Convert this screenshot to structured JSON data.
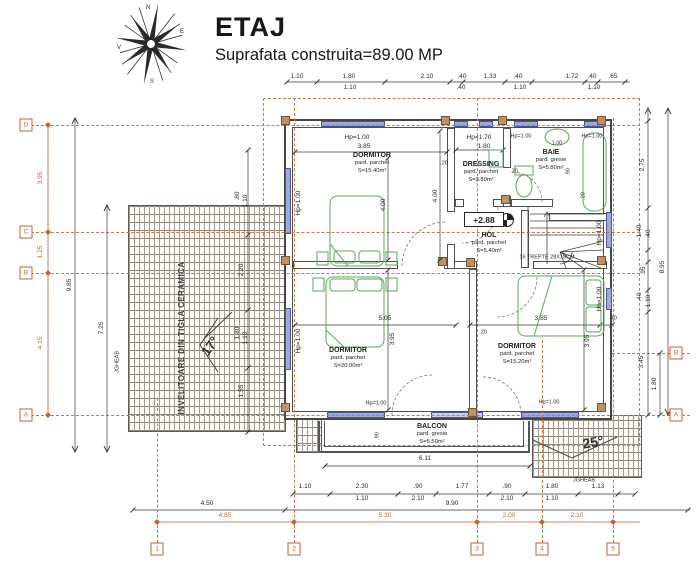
{
  "title": {
    "main": "ETAJ",
    "subtitle": "Suprafata construita=89.00 MP"
  },
  "compass": {
    "north": "N",
    "east": "E",
    "south": "S",
    "west": "V"
  },
  "rooms": {
    "dormitor1": {
      "name": "DORMITOR",
      "floor": "pard. parchet",
      "area": "S=15.40m²"
    },
    "dressing": {
      "name": "DRESSING",
      "floor": "pard. parchet",
      "area": "S=3.80m²"
    },
    "baie": {
      "name": "BAIE",
      "floor": "pard. gresie",
      "area": "S=5.80m²"
    },
    "hol": {
      "name": "HOL",
      "floor": "pard. parchet",
      "area": "S=5.40m²"
    },
    "dormitor2": {
      "name": "DORMITOR",
      "floor": "pard. parchet",
      "area": "S=20.00m²"
    },
    "dormitor3": {
      "name": "DORMITOR",
      "floor": "pard. parchet",
      "area": "S=15.20m²"
    },
    "balcon": {
      "name": "BALCON",
      "floor": "pard. gresie",
      "area": "S=5.50m²"
    }
  },
  "annotations": {
    "level": "+2.88",
    "stairs": "16 TREPTE 28X18CM",
    "roof_material": "INVELITOARE DIN TIGLA CERAMICA",
    "slope_left": "17°",
    "slope_right": "25°",
    "gutter": "JGHEAB"
  },
  "grid": {
    "left": [
      "D",
      "C",
      "B",
      "A"
    ],
    "right": [
      "B",
      "A"
    ],
    "bottom": [
      "1",
      "2",
      "3",
      "4",
      "5"
    ]
  },
  "dims": {
    "top": [
      "1.10",
      "1.80",
      "2.10",
      ".40",
      "1.33",
      ".40",
      "1.72",
      ".40",
      ".65"
    ],
    "top_sub": [
      "1.10",
      ".40",
      "1.10",
      "1.10"
    ],
    "axis_left": [
      "3.95",
      "1.25",
      "4.15"
    ],
    "overall_left": "9.85",
    "roof_left_h": "7.25",
    "roof_chain": [
      ".80",
      "1.10",
      "2.20",
      "1.80",
      "1.10",
      "1.55"
    ],
    "right": [
      "2.75",
      "1.40",
      ".40",
      ".95",
      ".40",
      "1.10"
    ],
    "overall_right": "8.95",
    "right_b": "3.45",
    "right_c": "1.80",
    "bot1": [
      "1.10",
      "2.30",
      ".90",
      "1.77",
      ".90",
      "1.80",
      "1.13"
    ],
    "bot1_sub": [
      "1.10",
      "2.10",
      "2.10",
      "1.10"
    ],
    "bot2": [
      "4.50",
      "9.90"
    ],
    "axis_bottom": [
      "4.85",
      "5.30",
      "2.00",
      "2.10"
    ],
    "balcon": "6.11",
    "balc_g": ".90",
    "wall_hp": "Hp=1.00",
    "d1": {
      "hp": "Hp=1.00",
      "w": "3.85",
      "h": "4.00"
    },
    "dressing": {
      "hp": "Hp=1.70",
      "w": "1.80",
      "h": "4.00",
      "g": ".20"
    },
    "baie": {
      "hp1": "Hp=1.00",
      "s": "1.00",
      "hp2": "Hp=1.00",
      "g1": ".20",
      "g2": ".90",
      "g3": ".20"
    },
    "d2": {
      "w": "5.05",
      "h": "3.95",
      "hpw": "Hp=1.00"
    },
    "d3": {
      "w": "3.85",
      "w2": ".40",
      "h": "3.95",
      "g": ".20",
      "hpw": "Hp=1.00"
    }
  }
}
